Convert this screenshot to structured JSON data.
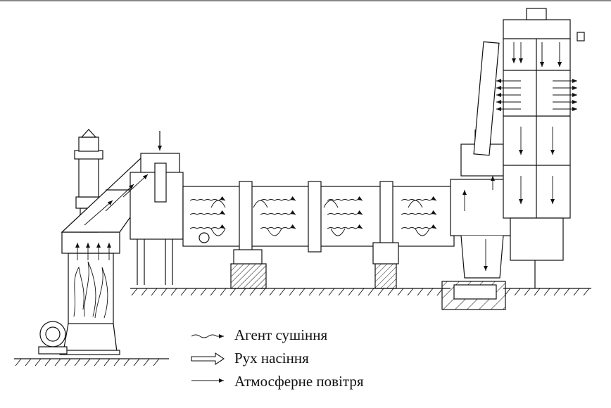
{
  "legend": {
    "items": [
      {
        "icon": "wavy-arrow-icon",
        "label": "Агент сушіння"
      },
      {
        "icon": "hollow-arrow-icon",
        "label": "Рух насіння"
      },
      {
        "icon": "line-arrow-icon",
        "label": "Атмосферне повітря"
      }
    ]
  }
}
